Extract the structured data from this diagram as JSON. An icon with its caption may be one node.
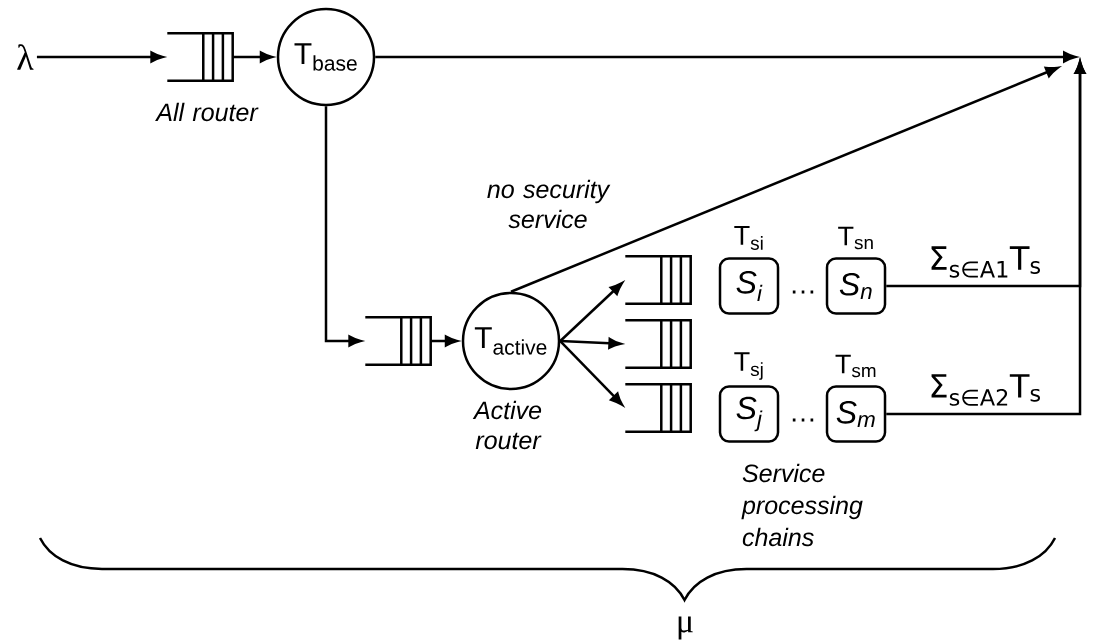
{
  "diagram": {
    "nodes": [
      {
        "text": [
          "λ"
        ]
      },
      {
        "text": [],
        "shape": "queue",
        "beside": [
          "All router"
        ]
      },
      {
        "text": [
          "T$_{base}$"
        ]
      },
      {
        "text": [],
        "shape": "queue"
      },
      {
        "text": [
          "T$_{active}$"
        ],
        "beside": [
          "Active router"
        ]
      },
      {
        "text": [],
        "shape": "queue"
      },
      {
        "text": [],
        "shape": "queue"
      },
      {
        "text": [],
        "shape": "queue"
      },
      {
        "text": [
          "S$_{i}$"
        ],
        "beside": [
          "T$_{si}$"
        ]
      },
      {
        "text": [
          "S$_{n}$"
        ],
        "beside": [
          "T$_{sn}$"
        ]
      },
      {
        "text": [
          "S$_{j}$"
        ],
        "beside": [
          "T$_{sj}$"
        ]
      },
      {
        "text": [
          "S$_{m}$"
        ],
        "beside": [
          "T$_{sm}$"
        ]
      }
    ],
    "edges": [
      {
        "from": 0,
        "to": 1,
        "arrow": "to"
      },
      {
        "from": 1,
        "to": 2,
        "arrow": "to"
      },
      {
        "from": 2,
        "to": null,
        "arrow": "to"
      },
      {
        "from": 2,
        "to": 3,
        "arrow": "to"
      },
      {
        "from": 3,
        "to": 4,
        "arrow": "to"
      },
      {
        "from": 4,
        "to": null,
        "arrow": "to",
        "label": "no security service"
      },
      {
        "from": 4,
        "to": 5,
        "arrow": "to"
      },
      {
        "from": 4,
        "to": 6,
        "arrow": "to"
      },
      {
        "from": 4,
        "to": 7,
        "arrow": "to"
      },
      {
        "from": 9,
        "to": null,
        "arrow": "to",
        "label": "Σ$_{s∈A1}$T$_{s}$"
      },
      {
        "from": 11,
        "to": null,
        "arrow": "to",
        "label": "Σ$_{s∈A2}$T$_{s}$"
      }
    ],
    "labels": [
      "…",
      "…",
      "Service processing chains",
      "μ"
    ]
  }
}
